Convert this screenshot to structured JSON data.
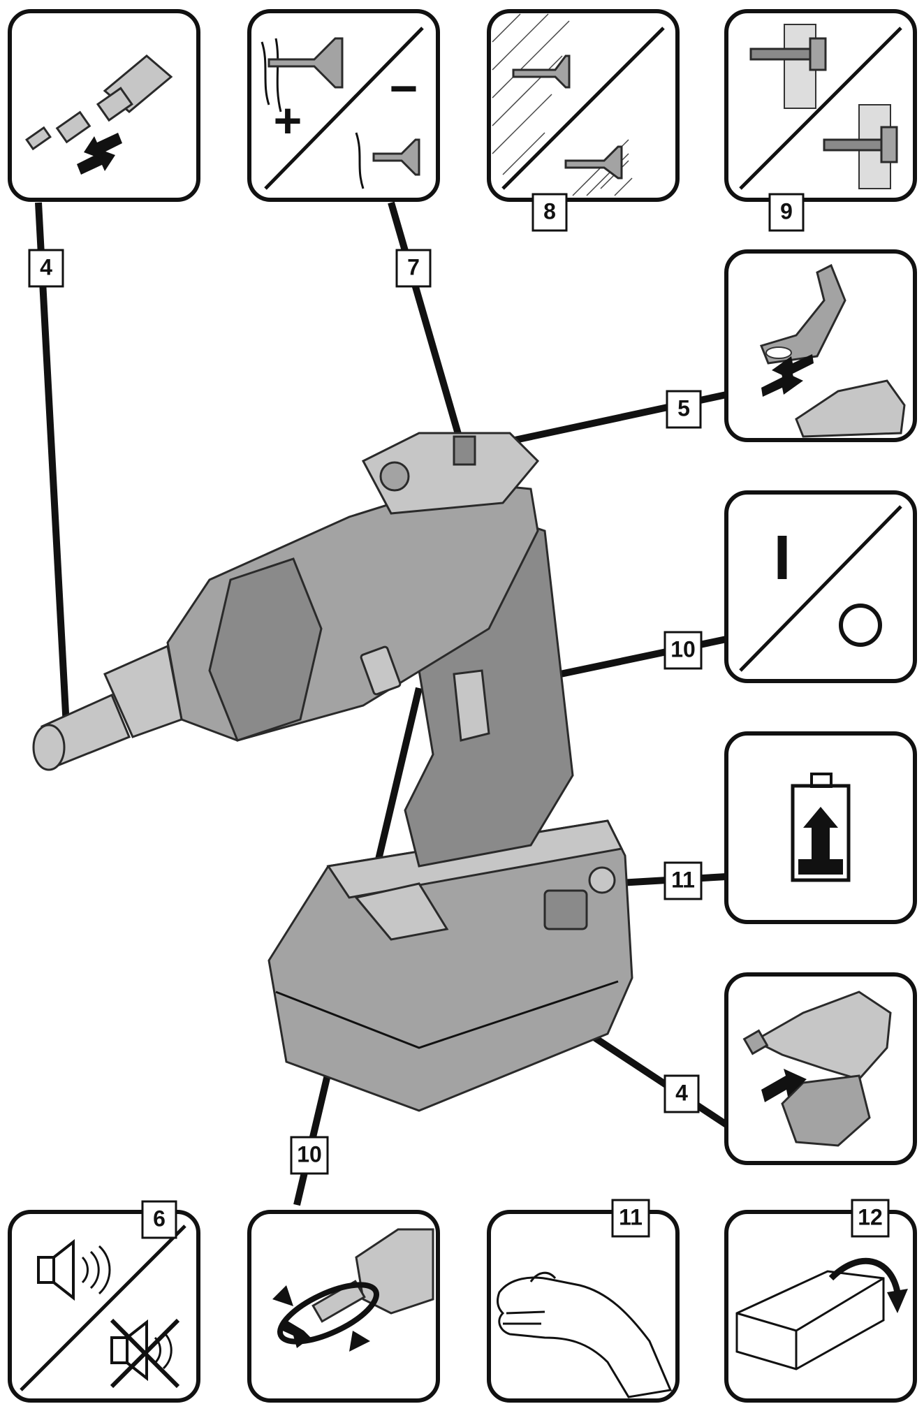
{
  "callouts": {
    "bit_holder": "4",
    "battery_removal": "4",
    "belt_clip": "5",
    "signal_tone": "6",
    "depth_stop": "7",
    "screw_fastening_a": "8",
    "screw_fastening_b": "9",
    "on_off_switch": "10",
    "direction_rotation": "10",
    "battery_charge": "11",
    "hand_arm": "11",
    "packaging": "12"
  },
  "symbols": {
    "plus": "+",
    "minus": "−",
    "on": "I",
    "off": "O"
  },
  "icons": [
    "bit-change-icon",
    "depth-adjust-icon",
    "screw-wood-icon",
    "screw-metal-icon",
    "belt-clip-icon",
    "on-off-icon",
    "battery-charge-icon",
    "battery-remove-icon",
    "speaker-on-icon",
    "speaker-off-icon",
    "rotation-direction-icon",
    "hand-icon",
    "box-icon"
  ],
  "colors": {
    "line": "#111111",
    "tool": "#8a8a8a",
    "background": "#ffffff"
  }
}
